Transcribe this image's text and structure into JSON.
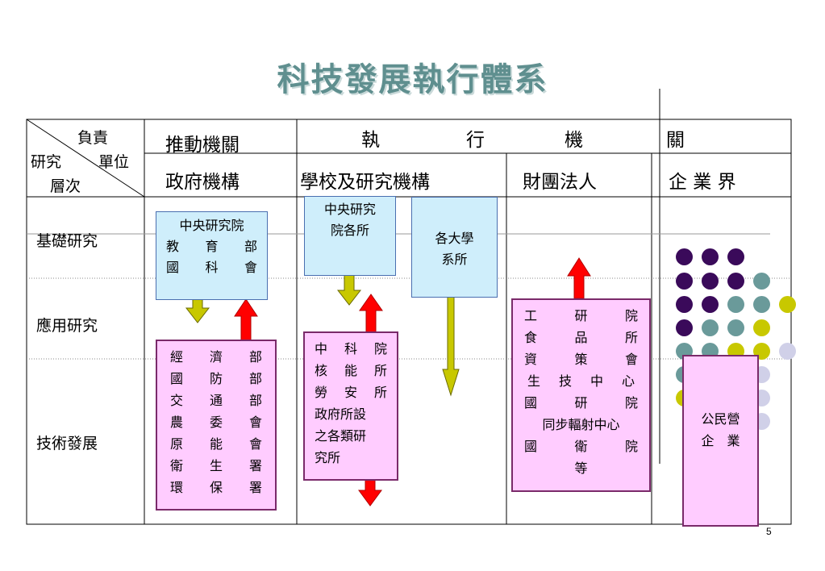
{
  "title": "科技發展執行體系",
  "header": {
    "corner_top": "負責",
    "corner_middle_left": "研究",
    "corner_middle_right": "單位",
    "corner_bottom": "層次",
    "col1_top": "推動機關",
    "col1_bottom": "政府機構",
    "exec_chars": [
      "執",
      "行",
      "機",
      "關"
    ],
    "col2_bottom": "學校及研究機構",
    "col3_bottom": "財團法人",
    "col4_bottom": "企 業 界"
  },
  "rows": {
    "basic": "基礎研究",
    "applied": "應用研究",
    "tech": "技術發展"
  },
  "boxes": {
    "gov_promo": [
      [
        "中央研究院"
      ],
      [
        "教",
        "育",
        "部"
      ],
      [
        "國",
        "科",
        "會"
      ]
    ],
    "ministries": [
      [
        "經",
        "濟",
        "部"
      ],
      [
        "國",
        "防",
        "部"
      ],
      [
        "交",
        "通",
        "部"
      ],
      [
        "農",
        "委",
        "會"
      ],
      [
        "原",
        "能",
        "會"
      ],
      [
        "衛",
        "生",
        "署"
      ],
      [
        "環",
        "保",
        "署"
      ]
    ],
    "academia_institutes": "中央研究\n院各所",
    "universities": "各大學\n系所",
    "gov_labs": [
      [
        "中",
        "科",
        "院"
      ],
      [
        "核",
        "能",
        "所"
      ],
      [
        "勞",
        "安",
        "所"
      ],
      [
        "政府所設"
      ],
      [
        "之各類研"
      ],
      [
        "究所"
      ]
    ],
    "foundations": [
      [
        "工",
        "研",
        "院"
      ],
      [
        "食",
        "品",
        "所"
      ],
      [
        "資",
        "策",
        "會"
      ],
      [
        "生",
        "技",
        "中",
        "心"
      ],
      [
        "國",
        "研",
        "院"
      ],
      [
        "同步輻射中心"
      ],
      [
        "國",
        "衛",
        "院"
      ],
      [
        "等"
      ]
    ],
    "enterprise": "公民營\n企　業"
  },
  "page_number": "5",
  "colors": {
    "title": "#5f8f8f",
    "blue_box": "#cfeefb",
    "pink_box": "#ffccff",
    "olive_arrow": "#c8c800",
    "red_arrow": "#ff0000",
    "dot_purple": "#3a0a5a",
    "dot_teal": "#6a9a9a",
    "dot_yellow": "#c8c800",
    "dot_lavender": "#d0d0e8"
  }
}
